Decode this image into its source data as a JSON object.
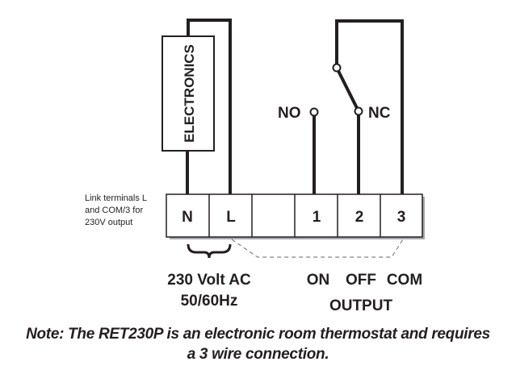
{
  "diagram": {
    "electronics_label": "ELECTRONICS",
    "contacts": {
      "no_label": "NO",
      "nc_label": "NC"
    },
    "terminals": [
      {
        "label": "N"
      },
      {
        "label": "L"
      },
      {
        "label": ""
      },
      {
        "label": "1"
      },
      {
        "label": "2"
      },
      {
        "label": "3"
      }
    ],
    "side_note_lines": [
      "Link terminals L",
      "and COM/3 for",
      "230V output"
    ],
    "supply": {
      "line1": "230 Volt AC",
      "line2": "50/60Hz"
    },
    "output": {
      "on": "ON",
      "off": "OFF",
      "com": "COM",
      "title": "OUTPUT"
    },
    "colors": {
      "ink": "#231f20",
      "shadow": "#a7a9ac",
      "dashed_link": "#808285"
    }
  },
  "note": {
    "line1": "Note: The RET230P is an electronic room thermostat and requires",
    "line2": "a 3 wire connection."
  }
}
